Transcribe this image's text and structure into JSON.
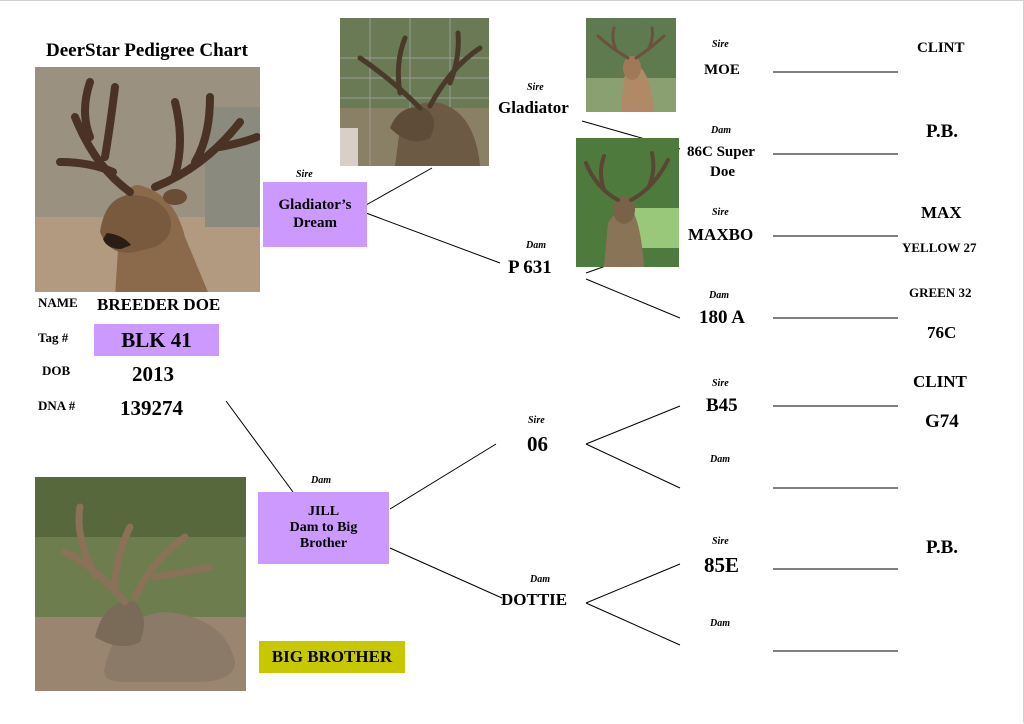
{
  "title": "DeerStar Pedigree Chart",
  "subject": {
    "name_label": "NAME",
    "name_value": "BREEDER DOE",
    "tag_label": "Tag #",
    "tag_value": "BLK 41",
    "dob_label": "DOB",
    "dob_value": "2013",
    "dna_label": "DNA #",
    "dna_value": "139274"
  },
  "parents": {
    "sire": {
      "role": "Sire",
      "name_line1": "Gladiator’s",
      "name_line2": "Dream"
    },
    "dam": {
      "role": "Dam",
      "name_line1": "JILL",
      "name_line2": "Dam to Big",
      "name_line3": "Brother"
    }
  },
  "big_brother_label": "BIG BROTHER",
  "grandparents": {
    "gladiator": {
      "role": "Sire",
      "name": "Gladiator"
    },
    "p631": {
      "role": "Dam",
      "name": "P 631"
    },
    "g06": {
      "role": "Sire",
      "name": "06"
    },
    "dottie": {
      "role": "Dam",
      "name": "DOTTIE"
    }
  },
  "great_grandparents": {
    "moe": {
      "role": "Sire",
      "name": "MOE"
    },
    "doe86c": {
      "role": "Dam",
      "name_line1": "86C Super",
      "name_line2": "Doe"
    },
    "maxbo": {
      "role": "Sire",
      "name": "MAXBO"
    },
    "a180": {
      "role": "Dam",
      "name": "180 A"
    },
    "b45": {
      "role": "Sire",
      "name": "B45"
    },
    "dam_b45": {
      "role": "Dam",
      "name": ""
    },
    "e85": {
      "role": "Sire",
      "name": "85E"
    },
    "dam_85e": {
      "role": "Dam",
      "name": ""
    }
  },
  "ancestors": {
    "clint1": "CLINT",
    "pb1": "P.B.",
    "max": "MAX",
    "yellow27": "YELLOW 27",
    "green32": "GREEN 32",
    "c76": "76C",
    "clint2": "CLINT",
    "g74": "G74",
    "pb2": "P.B."
  },
  "colors": {
    "box_fill": "#cc99ff",
    "badge_fill": "#c8c800",
    "line": "#000000"
  },
  "photos": {
    "main_buck": "deer-photo",
    "big_brother": "deer-photo",
    "gladiator": "deer-photo",
    "moe": "deer-photo",
    "maxbo": "deer-photo"
  }
}
